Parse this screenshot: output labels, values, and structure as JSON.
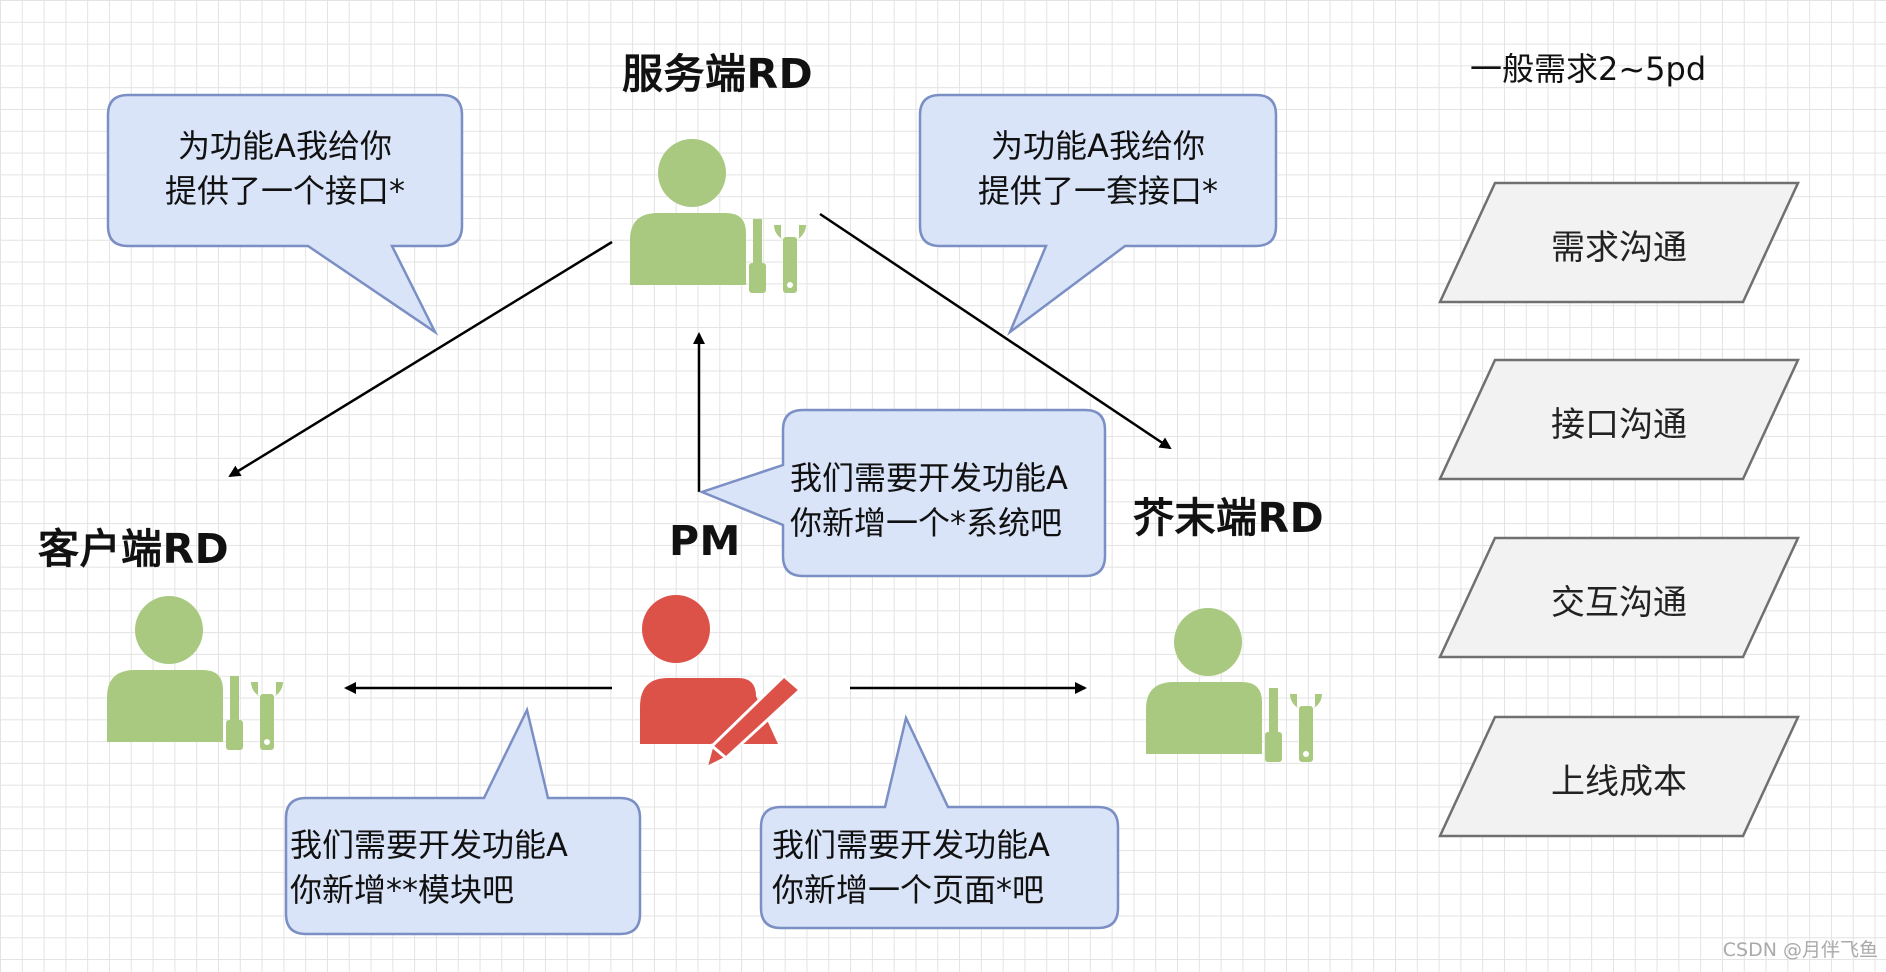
{
  "roles": {
    "server": "服务端RD",
    "client": "客户端RD",
    "jiemo": "芥末端RD",
    "pm": "PM"
  },
  "bubbles": {
    "server_left": [
      "为功能A我给你",
      "提供了一个接口*"
    ],
    "server_right": [
      "为功能A我给你",
      "提供了一套接口*"
    ],
    "pm_to_server": [
      "我们需要开发功能A",
      "你新增一个*系统吧"
    ],
    "pm_to_client": [
      "我们需要开发功能A",
      "你新增**模块吧"
    ],
    "pm_to_jiemo": [
      "我们需要开发功能A",
      "你新增一个页面*吧"
    ]
  },
  "estimate_note": "一般需求2~5pd",
  "steps": [
    "需求沟通",
    "接口沟通",
    "交互沟通",
    "上线成本"
  ],
  "watermark": "CSDN @月伴飞鱼",
  "colors": {
    "rd_green": "#a8c97f",
    "pm_red": "#dd5248",
    "bubble_fill": "#dae4f8",
    "bubble_stroke": "#7b8fc4",
    "step_fill": "#f2f2f2",
    "step_stroke": "#707070"
  },
  "icons": {
    "rd": "developer-with-tools-icon",
    "pm": "person-with-pencil-icon"
  }
}
